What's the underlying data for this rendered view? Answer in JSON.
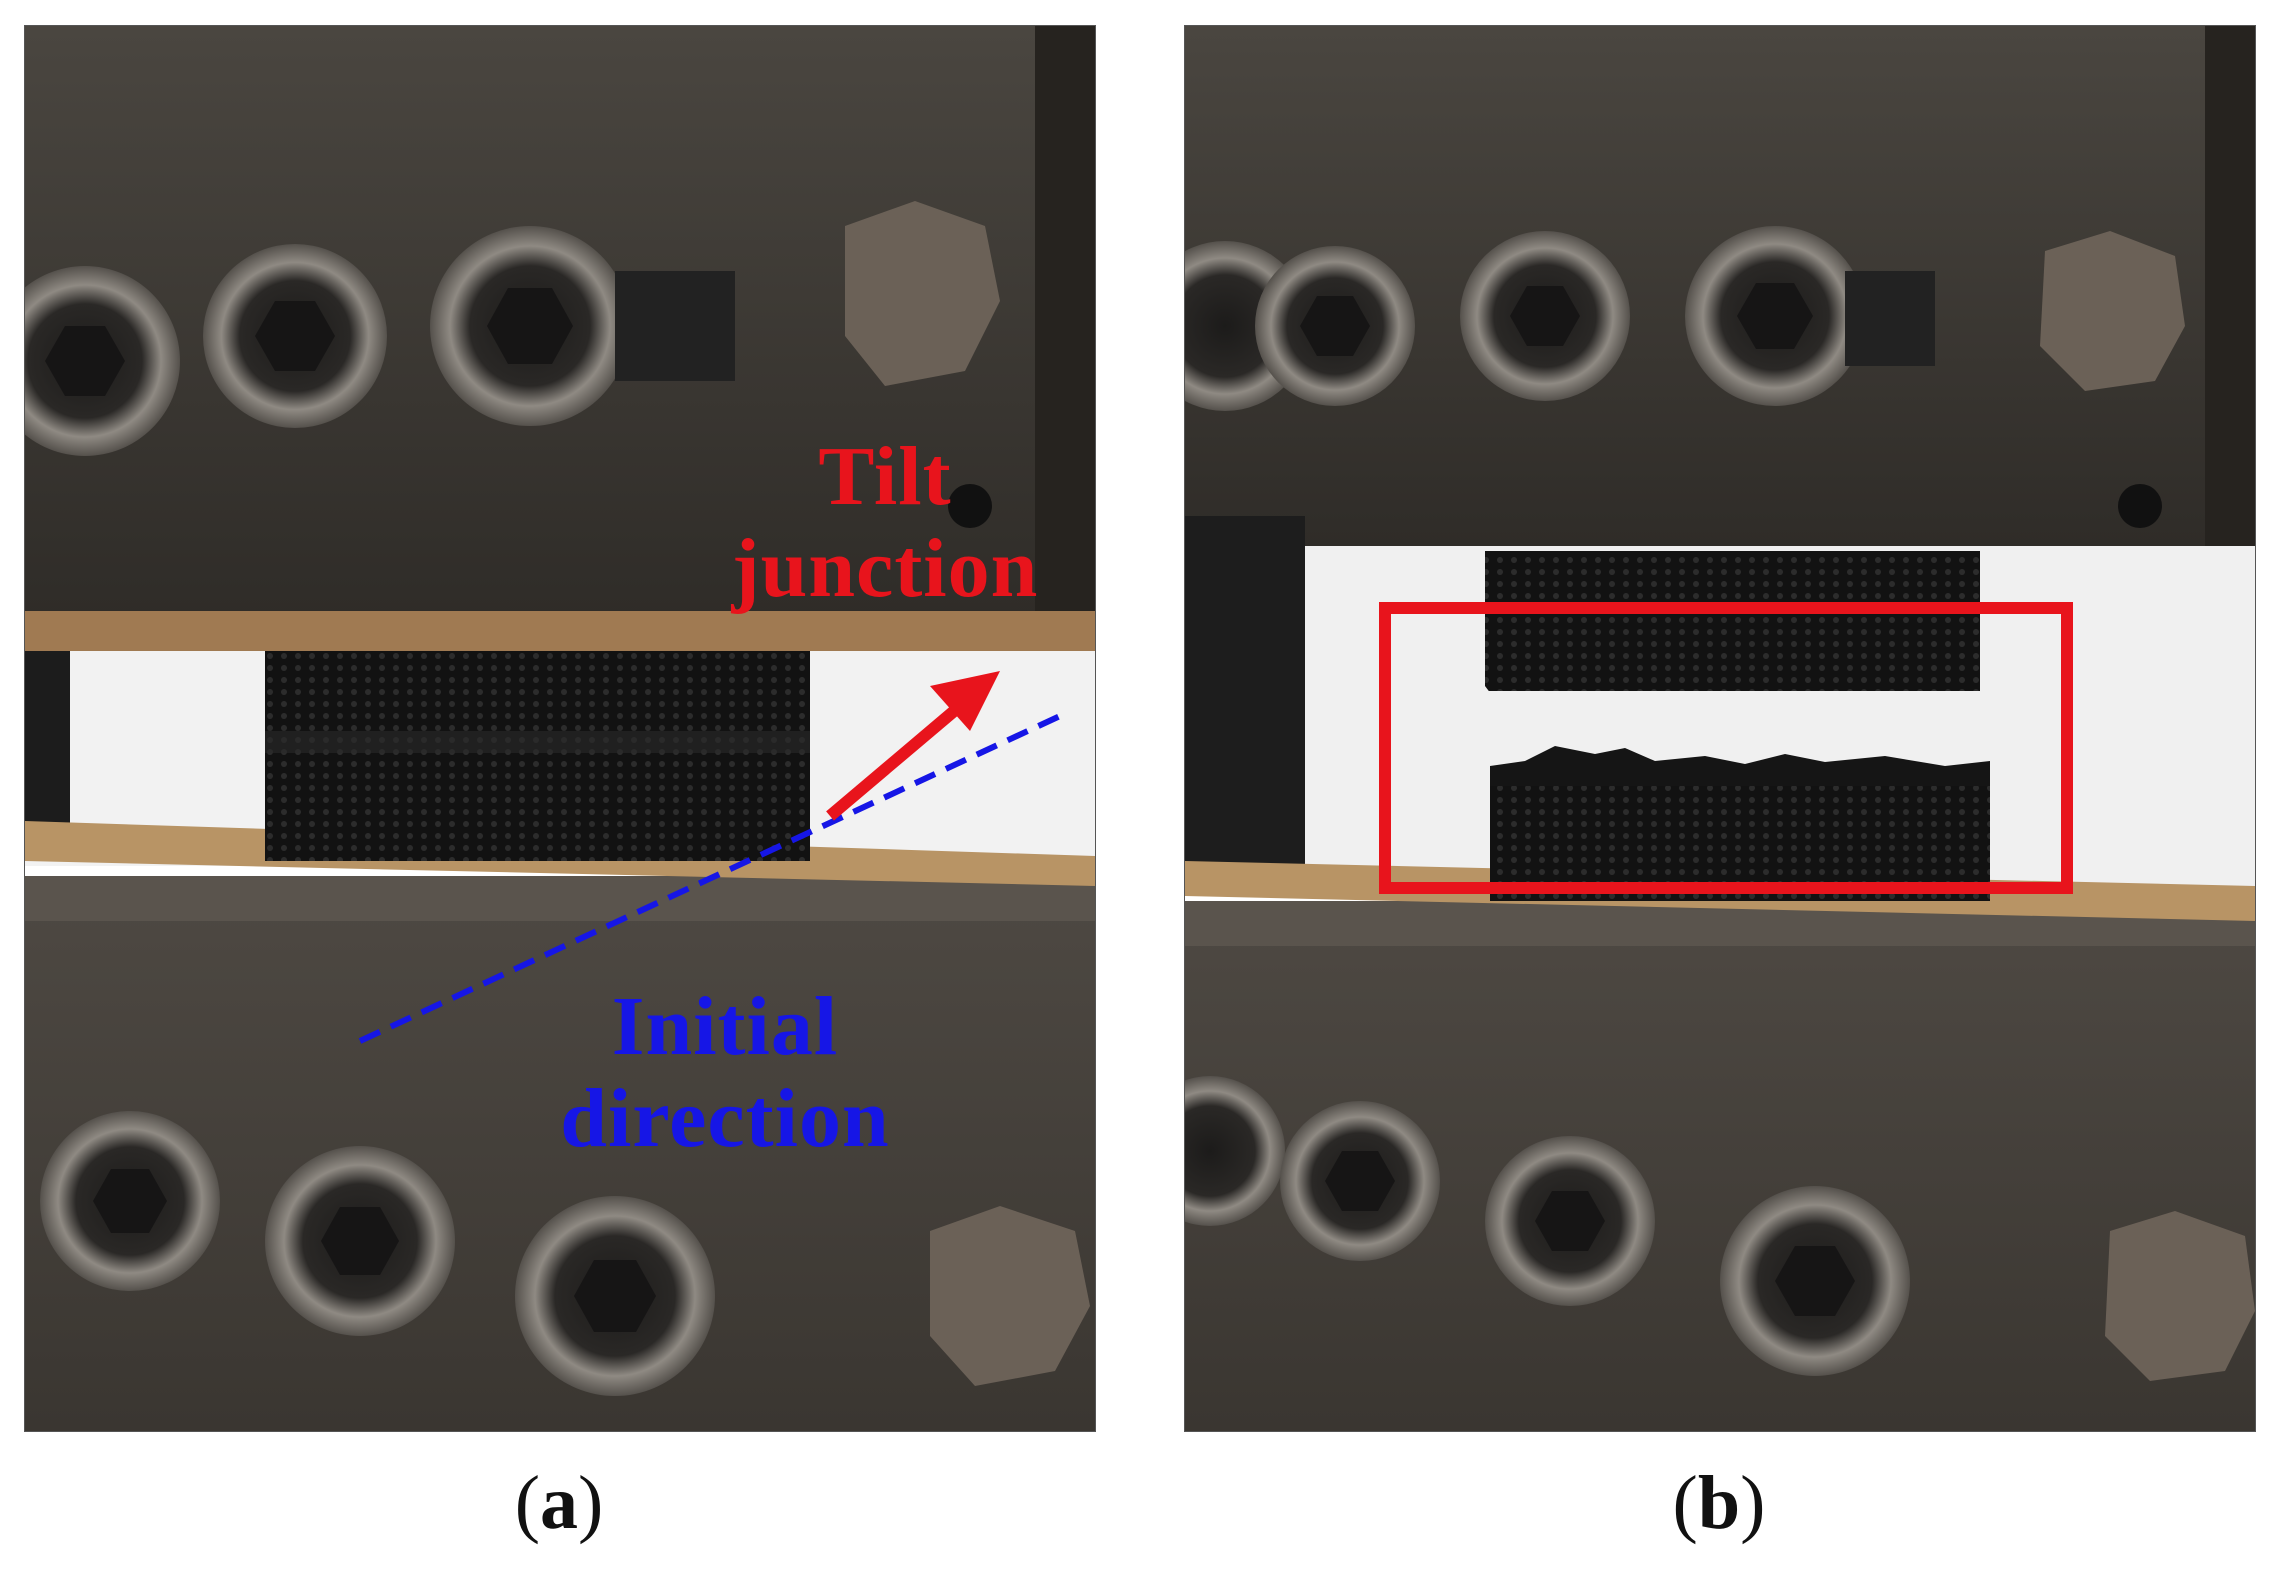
{
  "panels": [
    {
      "id": "a",
      "caption_open": "(",
      "caption_letter": "a",
      "caption_close": ")",
      "annotations": {
        "tilt_line1": "Tilt",
        "tilt_line2": "junction",
        "tilt_color": "#e8141c",
        "initial_line1": "Initial",
        "initial_line2": "direction",
        "initial_color": "#1616e6"
      }
    },
    {
      "id": "b",
      "caption_open": "(",
      "caption_letter": "b",
      "caption_close": ")",
      "highlight_color": "#e8141c"
    }
  ],
  "colors": {
    "metal_dark": "#3b3732",
    "metal_mid": "#57524c",
    "bolt_ring": "#9a958e",
    "specimen": "#141414",
    "white_block": "#f2f2f2",
    "wood_strip": "#a8845a"
  }
}
